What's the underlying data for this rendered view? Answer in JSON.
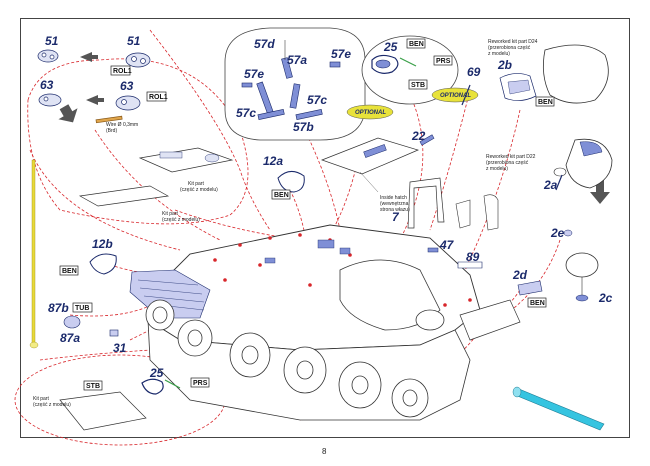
{
  "page_number": "8",
  "part_numbers": {
    "p51a": "51",
    "p51b": "51",
    "p63a": "63",
    "p63b": "63",
    "p57d": "57d",
    "p57a": "57a",
    "p57e_left": "57e",
    "p57e_right": "57e",
    "p57c_left": "57c",
    "p57c_right": "57c",
    "p57b": "57b",
    "p25_top": "25",
    "p25_bottom": "25",
    "p69": "69",
    "p22": "22",
    "p2b": "2b",
    "p2a": "2a",
    "p12a": "12a",
    "p7": "7",
    "p12b": "12b",
    "p47": "47",
    "p89": "89",
    "p2d": "2d",
    "p2e": "2e",
    "p2c": "2c",
    "p87b": "87b",
    "p87a": "87a",
    "p31": "31"
  },
  "tags": {
    "rol_a": "ROL1",
    "rol_b": "ROL1",
    "ben_top": "BEN",
    "prs_top": "PRS",
    "stb_top": "STB",
    "ben_2b": "BEN",
    "ben_12a": "BEN",
    "ben_12b": "BEN",
    "ben_2d": "BEN",
    "tub": "TUB",
    "stb_bottom": "STB",
    "prs_bottom": "PRS"
  },
  "optional_labels": [
    "OPTIONAL",
    "OPTIONAL"
  ],
  "notes": {
    "wire_line1": "Wire Ø 0,3mm",
    "wire_line2": "(Brd)",
    "kit_part_a_line1": "Kit part",
    "kit_part_a_line2": "(część z modelu)",
    "kit_part_b_line1": "Kit part",
    "kit_part_b_line2": "(część z modelu)",
    "kit_part_c_line1": "Kit part",
    "kit_part_c_line2": "(część z modelu)",
    "inside_hatch_line1": "Inside hatch",
    "inside_hatch_line2": "(wewnętrzna",
    "inside_hatch_line3": "strona włazu)",
    "reworked_d24_line1": "Reworked kit part D24",
    "reworked_d24_line2": "(przerobiona część",
    "reworked_d24_line3": "z modelu)",
    "reworked_d22_line1": "Reworked kit part D22",
    "reworked_d22_line2": "(przerobiona część",
    "reworked_d22_line3": "z modelu)"
  },
  "colors": {
    "accent_red": "#d8262b",
    "part_blue": "#1b2a6b",
    "part_highlight": "#7f8fd6",
    "barrel_cyan": "#36c4e0",
    "antenna_yellow": "#e8d93a"
  }
}
